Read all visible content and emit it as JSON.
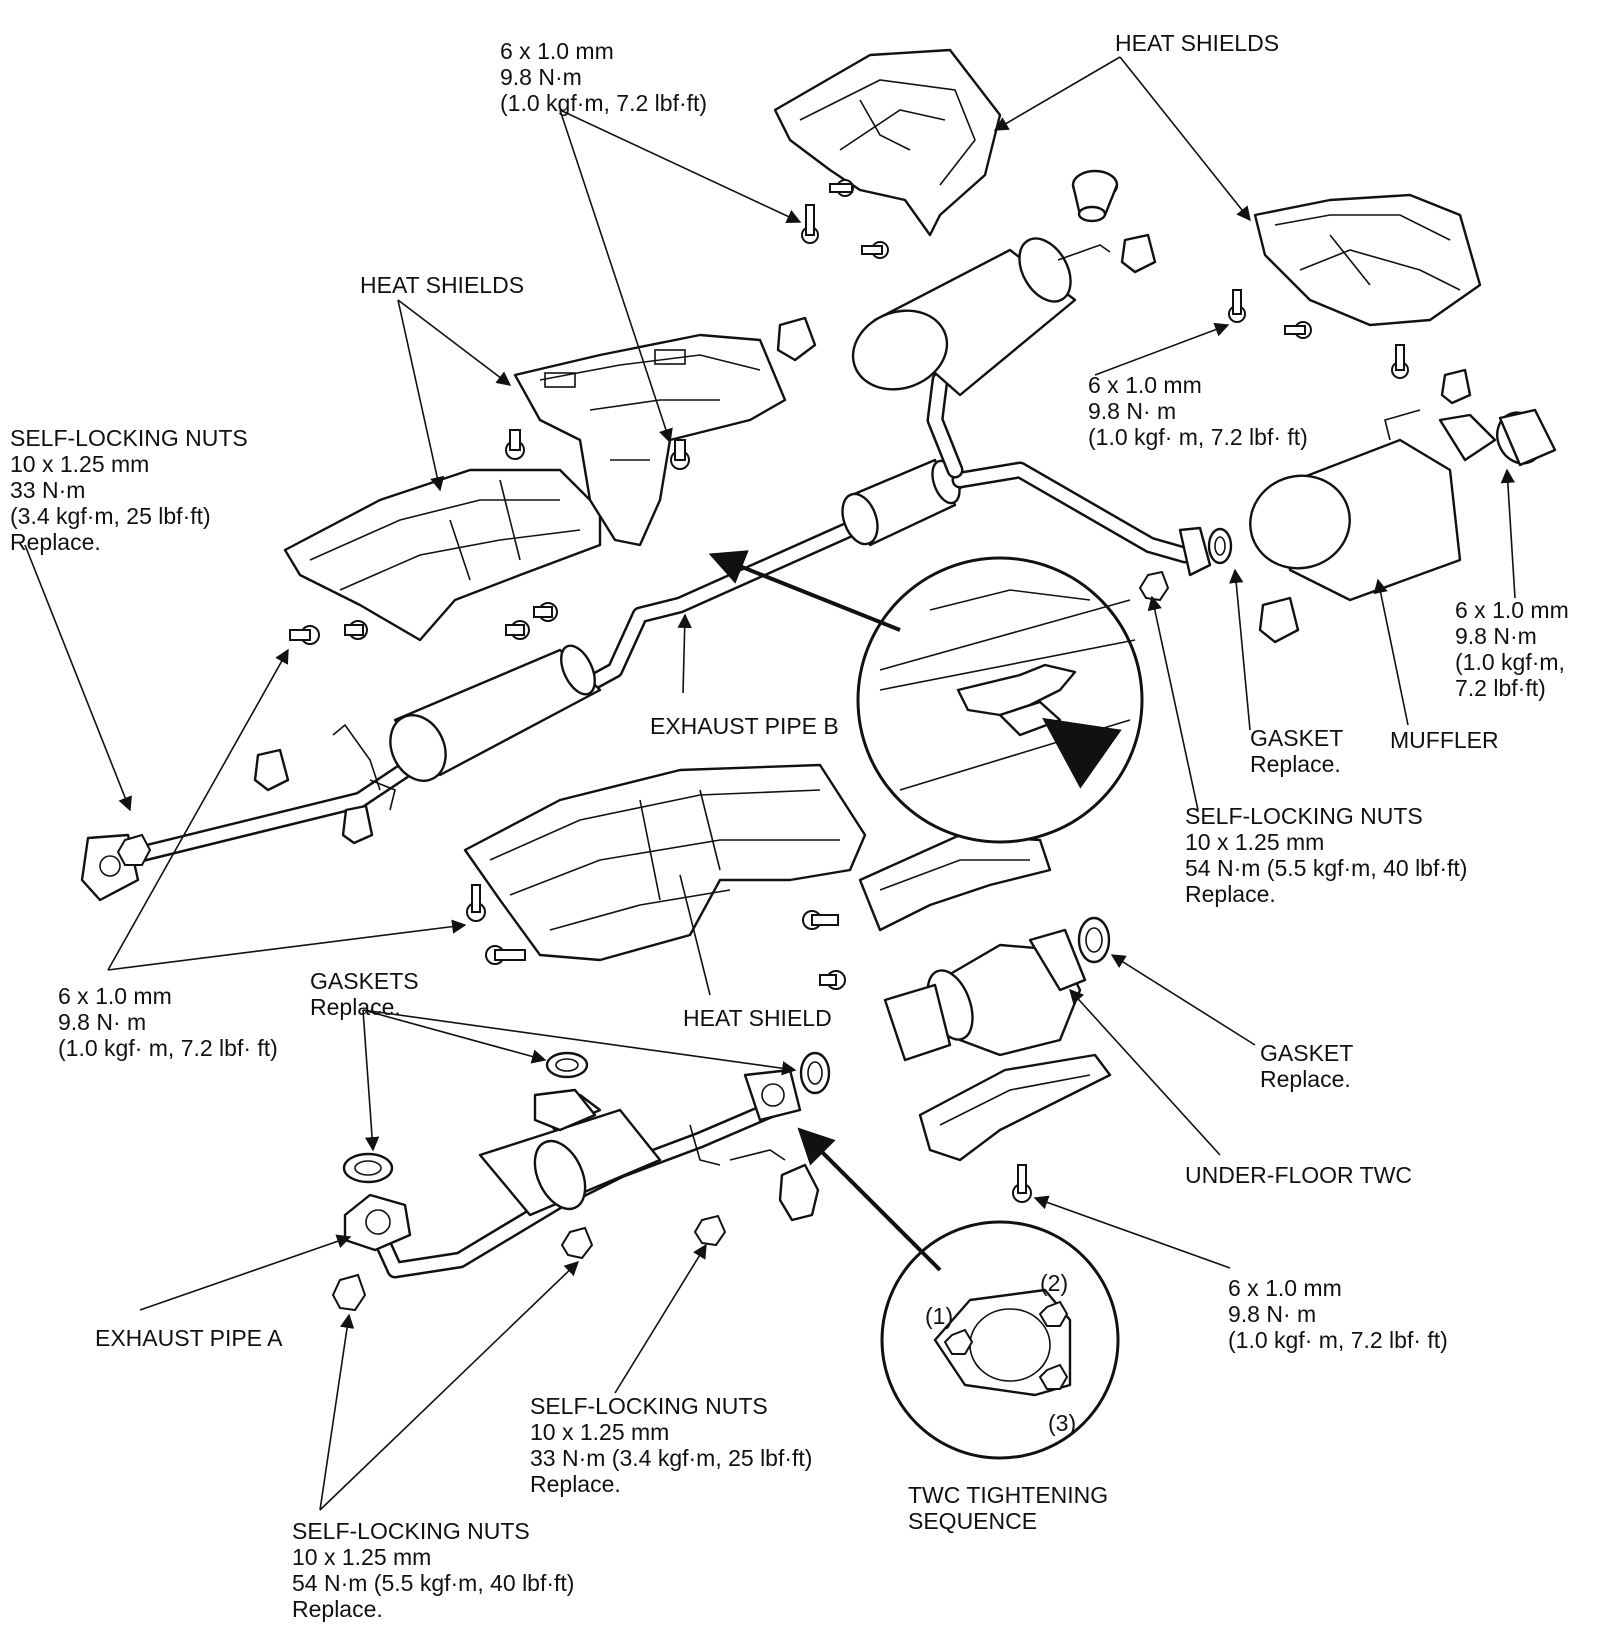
{
  "labels": {
    "top_bolt_spec": [
      "6 x 1.0 mm",
      "9.8 N·m",
      "(1.0 kgf·m, 7.2 lbf·ft)"
    ],
    "heat_shields_top": "HEAT SHIELDS",
    "heat_shields_left": "HEAT SHIELDS",
    "left_nuts": [
      "SELF-LOCKING NUTS",
      "10 x 1.25 mm",
      "33 N·m",
      "(3.4 kgf·m, 25 lbf·ft)",
      "Replace."
    ],
    "right_bolt_spec": [
      "6 x 1.0 mm",
      "9.8 N·  m",
      "(1.0 kgf·  m, 7.2 lbf·  ft)"
    ],
    "far_right_bolt_spec": [
      "6 x 1.0 mm",
      "9.8 N·m",
      "(1.0 kgf·m,",
      "7.2 lbf·ft)"
    ],
    "gasket_right": [
      "GASKET",
      "Replace."
    ],
    "muffler": "MUFFLER",
    "exhaust_pipe_b": "EXHAUST PIPE B",
    "mid_nuts": [
      "SELF-LOCKING NUTS",
      "10 x 1.25 mm",
      "54 N·m (5.5 kgf·m, 40 lbf·ft)",
      "Replace."
    ],
    "left_bolt_spec": [
      "6 x 1.0 mm",
      "9.8 N·  m",
      "(1.0 kgf·  m, 7.2 lbf·  ft)"
    ],
    "gaskets": [
      "GASKETS",
      "Replace."
    ],
    "heat_shield": "HEAT SHIELD",
    "gasket_twc": [
      "GASKET",
      "Replace."
    ],
    "under_floor_twc": "UNDER-FLOOR TWC",
    "twc_bolt_spec": [
      "6 x 1.0 mm",
      "9.8 N·  m",
      "(1.0 kgf·  m, 7.2 lbf·  ft)"
    ],
    "exhaust_pipe_a": "EXHAUST PIPE A",
    "bottom_nuts_33": [
      "SELF-LOCKING NUTS",
      "10 x 1.25 mm",
      "33 N·m (3.4 kgf·m, 25 lbf·ft)",
      "Replace."
    ],
    "bottom_nuts_54": [
      "SELF-LOCKING NUTS",
      "10 x 1.25 mm",
      "54 N·m (5.5 kgf·m, 40 lbf·ft)",
      "Replace."
    ],
    "twc_sequence": [
      "TWC TIGHTENING",
      "SEQUENCE"
    ],
    "seq_1": "(1)",
    "seq_2": "(2)",
    "seq_3": "(3)"
  }
}
